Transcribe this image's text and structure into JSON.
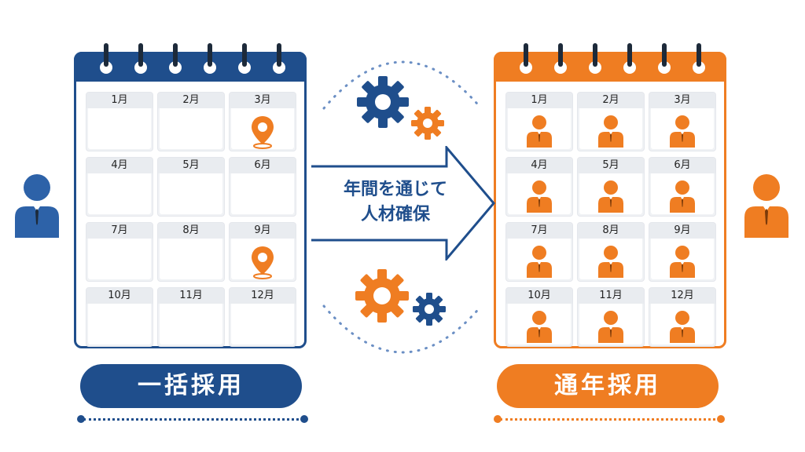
{
  "left": {
    "label": "一括採用",
    "months": [
      "1月",
      "2月",
      "3月",
      "4月",
      "5月",
      "6月",
      "7月",
      "8月",
      "9月",
      "10月",
      "11月",
      "12月"
    ],
    "marked_months": [
      "3月",
      "9月"
    ],
    "color": "#1f4e8c",
    "marker_icon": "location-pin-icon"
  },
  "right": {
    "label": "通年採用",
    "months": [
      "1月",
      "2月",
      "3月",
      "4月",
      "5月",
      "6月",
      "7月",
      "8月",
      "9月",
      "10月",
      "11月",
      "12月"
    ],
    "color": "#ef7d22",
    "cell_icon": "person-icon"
  },
  "center": {
    "line1": "年間を通じて",
    "line2": "人材確保"
  },
  "accent_orange": "#ef7d22",
  "accent_blue": "#1f4e8c"
}
